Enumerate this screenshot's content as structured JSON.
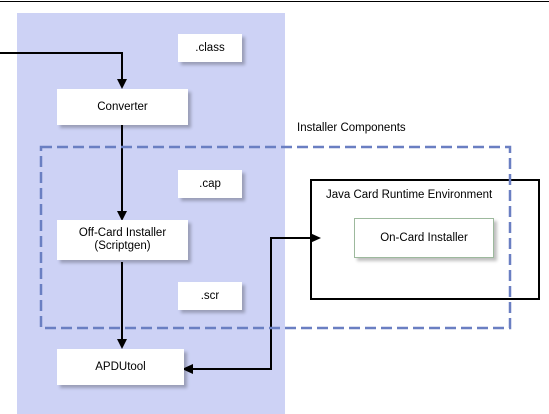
{
  "file_types": {
    "class": ".class",
    "cap": ".cap",
    "scr": ".scr"
  },
  "nodes": {
    "converter": "Converter",
    "offcard_line1": "Off-Card Installer",
    "offcard_line2": "(Scriptgen)",
    "apdutool": "APDUtool",
    "oncard": "On-Card Installer"
  },
  "groups": {
    "installer_components": "Installer Components",
    "jcre": "Java Card Runtime Environment"
  },
  "colors": {
    "panel_fill": "#cdd2f5",
    "dashed_border": "#6a7fc2",
    "arrow": "#000000"
  }
}
